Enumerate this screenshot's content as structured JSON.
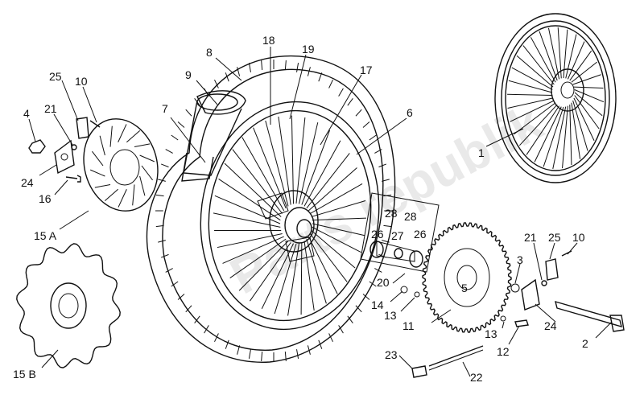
{
  "watermark": "Parts republik",
  "callouts": {
    "c1": "1",
    "c2": "2",
    "c3": "3",
    "c4": "4",
    "c5": "5",
    "c6": "6",
    "c7": "7",
    "c8": "8",
    "c9": "9",
    "c10a": "10",
    "c10b": "10",
    "c11": "11",
    "c12": "12",
    "c13a": "13",
    "c13b": "13",
    "c14": "14",
    "c15a": "15 A",
    "c15b": "15 B",
    "c16": "16",
    "c17": "17",
    "c18": "18",
    "c19": "19",
    "c20": "20",
    "c21a": "21",
    "c21b": "21",
    "c22": "22",
    "c23": "23",
    "c24a": "24",
    "c24b": "24",
    "c25a": "25",
    "c25b": "25",
    "c26a": "26",
    "c26b": "26",
    "c27": "27",
    "c28a": "28",
    "c28b": "28"
  },
  "colors": {
    "line": "#111111",
    "watermark": "#d8d8d8"
  }
}
